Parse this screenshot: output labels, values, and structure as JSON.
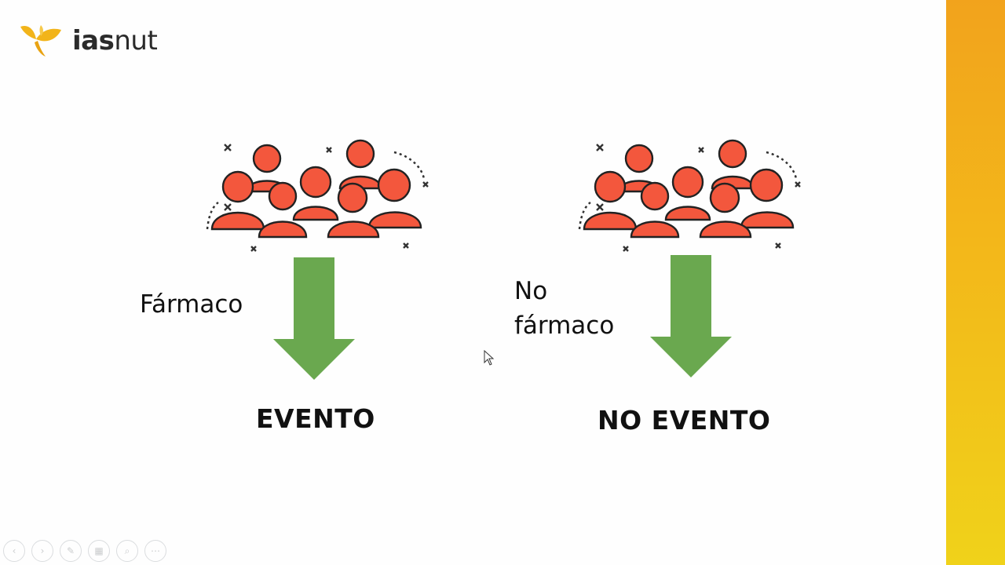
{
  "brand": {
    "name_bold": "ias",
    "name_regular": "nut",
    "logo_icon": "leaf-logo-icon",
    "accent_color": "#f3b81a",
    "logo_gold": "#f2b41a"
  },
  "colors": {
    "person_fill": "#f3573d",
    "arrow_fill": "#6aa84f",
    "text": "#111111"
  },
  "left_panel": {
    "label": "Fármaco",
    "outcome": "EVENTO",
    "group_icon": "crowd-people-icon",
    "arrow_icon": "arrow-down-icon"
  },
  "right_panel": {
    "label_line1": "No",
    "label_line2": "fármaco",
    "outcome": "NO EVENTO",
    "group_icon": "crowd-people-icon",
    "arrow_icon": "arrow-down-icon"
  },
  "toolbar": {
    "buttons": [
      {
        "icon": "previous-slide-icon",
        "glyph": "‹"
      },
      {
        "icon": "next-slide-icon",
        "glyph": "›"
      },
      {
        "icon": "pen-icon",
        "glyph": "✎"
      },
      {
        "icon": "slides-grid-icon",
        "glyph": "▦"
      },
      {
        "icon": "zoom-icon",
        "glyph": "⌕"
      },
      {
        "icon": "more-options-icon",
        "glyph": "⋯"
      }
    ]
  }
}
